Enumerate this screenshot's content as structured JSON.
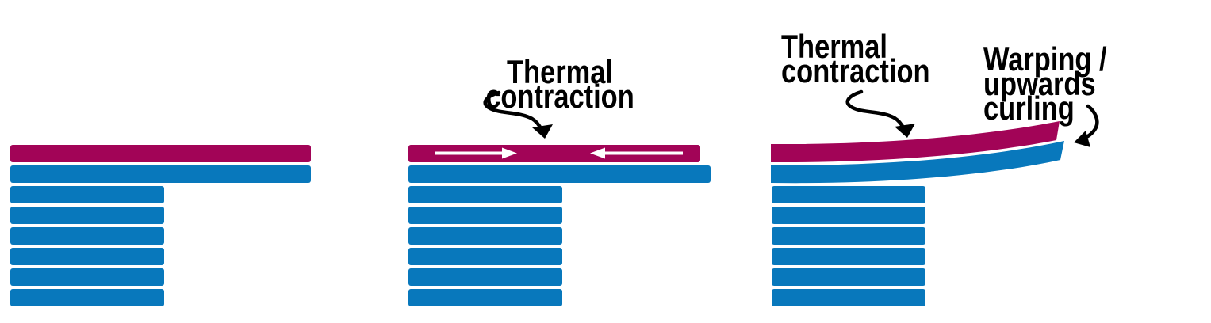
{
  "colors": {
    "magenta": "#A20457",
    "blue": "#0878BC",
    "black": "#000000",
    "white": "#FFFFFF"
  },
  "diagram": {
    "description": "Three-stage diagram of printed layers showing thermal contraction of the top layer and resulting warping / upwards curling",
    "panels": [
      {
        "name": "flat-layers"
      },
      {
        "name": "thermal-contraction",
        "label": "Thermal contraction"
      },
      {
        "name": "warping",
        "thermal_label": "Thermal\ncontraction",
        "warping_label": "Warping /\nupwards curling"
      }
    ]
  }
}
